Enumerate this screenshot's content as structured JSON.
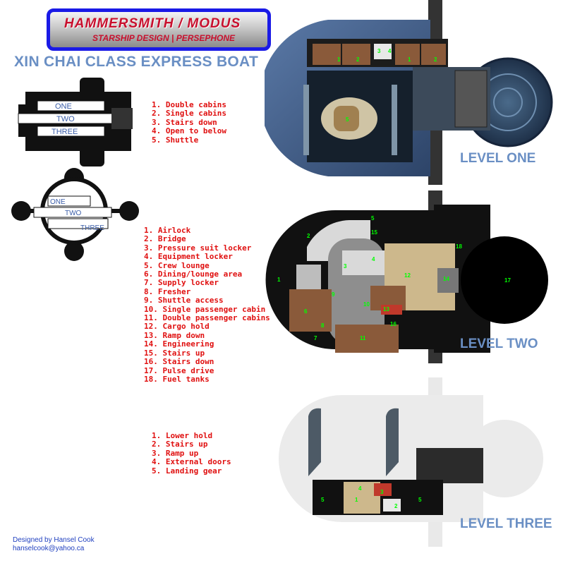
{
  "banner": {
    "title": "HAMMERSMITH / MODUS",
    "subtitle": "STARSHIP DESIGN | PERSEPHONE"
  },
  "ship_title": "XIN CHAI CLASS EXPRESS BOAT",
  "mini_side": {
    "one": "ONE",
    "two": "TWO",
    "three": "THREE"
  },
  "mini_top": {
    "one": "ONE",
    "two": "TWO",
    "three": "THREE"
  },
  "level_one": {
    "label": "LEVEL ONE",
    "legend": [
      "1. Double cabins",
      "2. Single cabins",
      "3. Stairs down",
      "4. Open to below",
      "5. Shuttle"
    ]
  },
  "level_two": {
    "label": "LEVEL TWO",
    "legend": [
      "1. Airlock",
      "2. Bridge",
      "3. Pressure suit locker",
      "4. Equipment locker",
      "5. Crew lounge",
      "6. Dining/lounge area",
      "7. Supply locker",
      "8. Fresher",
      "9. Shuttle access",
      "10. Single passenger cabin",
      "11. Double passenger cabins",
      "12. Cargo hold",
      "13. Ramp down",
      "14. Engineering",
      "15. Stairs up",
      "16. Stairs down",
      "17. Pulse drive",
      "18. Fuel tanks"
    ]
  },
  "level_three": {
    "label": "LEVEL THREE",
    "legend": [
      "1. Lower hold",
      "2. Stairs up",
      "3. Ramp up",
      "4. External doors",
      "5. Landing gear"
    ]
  },
  "credits": {
    "designer": "Designed by Hansel Cook",
    "email": "hanselcook@yahoo.ca"
  },
  "colors": {
    "accent_blue": "#6a8fc4",
    "legend_red": "#e01010",
    "banner_border": "#1a1ae6",
    "room_number_green": "#00ff00"
  }
}
